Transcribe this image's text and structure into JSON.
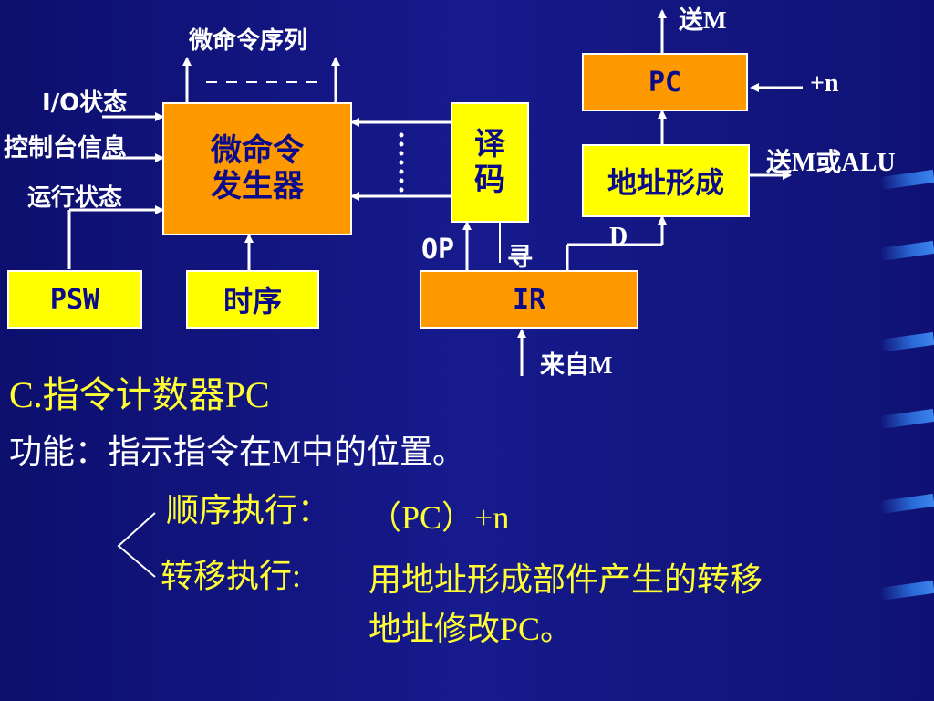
{
  "diagram": {
    "top_out_label": "微命令序列",
    "input_labels": [
      "I/O状态",
      "控制台信息",
      "运行状态"
    ],
    "generator_label": [
      "微命令",
      "发生器"
    ],
    "decoder_label": [
      "译",
      "码"
    ],
    "psw_label": "PSW",
    "timing_label": "时序",
    "ir_label": "IR",
    "op_label": "OP",
    "seek_label": "寻",
    "from_m_label": "来自M",
    "pc_label": "PC",
    "send_m_label": "送M",
    "plus_n_label": "+n",
    "addr_form_label": "地址形成",
    "send_m_alu_label": "送M或ALU",
    "d_label": "D"
  },
  "text": {
    "heading": "C.指令计数器PC",
    "function_line": "功能：指示指令在M中的位置。",
    "sequential_label": "顺序执行：",
    "sequential_value": "（PC）+n",
    "jump_label": "转移执行:",
    "jump_value_line1": "用地址形成部件产生的转移",
    "jump_value_line2": "地址修改PC。"
  },
  "colors": {
    "orange_box": "#ff9900",
    "yellow_box": "#ffff00",
    "text_yellow": "#ffff33",
    "background": "#14168a"
  }
}
